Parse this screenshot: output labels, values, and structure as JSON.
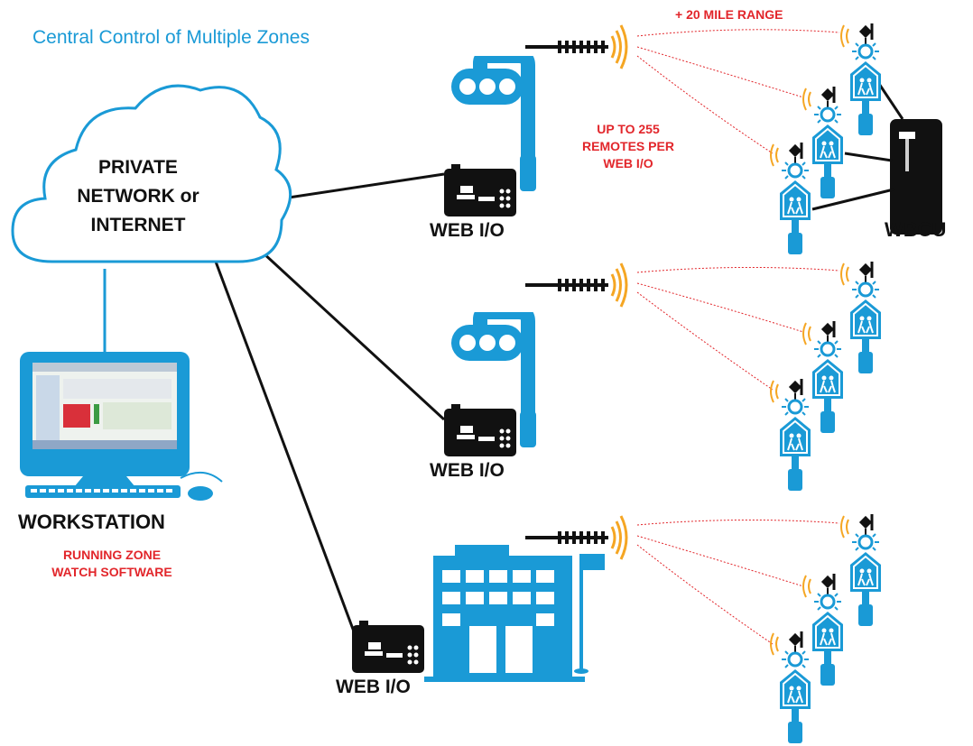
{
  "title": "Central Control of Multiple Zones",
  "cloud": {
    "lines": [
      "PRIVATE",
      "NETWORK or",
      "INTERNET"
    ]
  },
  "workstation": {
    "label": "WORKSTATION",
    "note_lines": [
      "RUNNING ZONE",
      "WATCH SOFTWARE"
    ]
  },
  "web_io_label": "WEB I/O",
  "wbcu_label": "WBCU",
  "range_label": "+ 20 MILE RANGE",
  "remotes_note_lines": [
    "UP TO 255",
    "REMOTES PER",
    "WEB I/O"
  ],
  "colors": {
    "brand_blue": "#1a9ad6",
    "accent_red": "#e2262b",
    "signal_orange": "#f5a623",
    "device_black": "#111111"
  },
  "icons": [
    "cloud-icon",
    "computer-icon",
    "web-io-box-icon",
    "traffic-signal-icon",
    "building-icon",
    "antenna-icon",
    "school-zone-sign-icon",
    "wbcu-cabinet-icon"
  ]
}
